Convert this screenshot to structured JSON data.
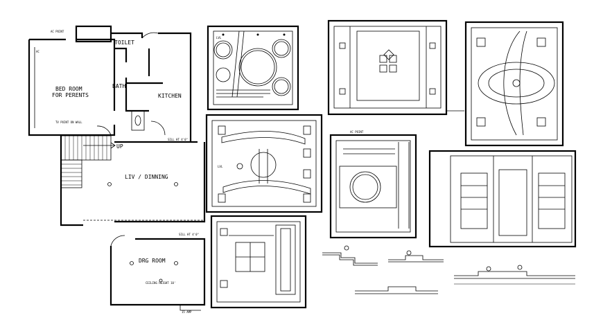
{
  "floor_plan": {
    "rooms": {
      "toilet": "TOILET",
      "bedroom_line1": "BED ROOM",
      "bedroom_line2": "FOR PERENTS",
      "bath": "BATH",
      "kitchen": "KITCHEN",
      "liv_dining": "LIV / DINNING",
      "drg_room": "DRG ROOM"
    },
    "notes": {
      "up": "UP",
      "ac_point": "AC POINT",
      "tv_point": "TV POINT ON WALL",
      "sill_top": "SILL HT 4'0\"",
      "ls_amp": "15 AMP",
      "ceiling_height": "CEILING HEIGHT 10'",
      "ac": "AC"
    }
  },
  "ceiling_details": {
    "lvl_tag": "LVL",
    "ac_point": "AC POINT"
  }
}
